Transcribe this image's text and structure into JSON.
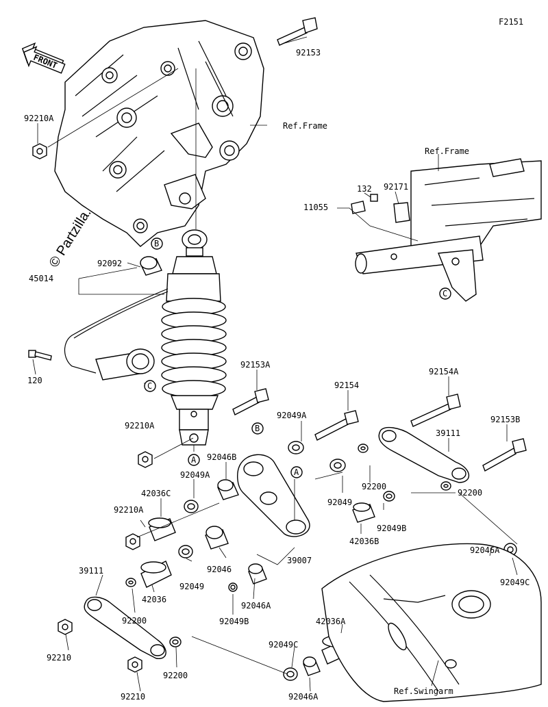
{
  "figure_code": "F2151",
  "front_label": "FRONT",
  "watermark": "© Partzilla.com",
  "refs": {
    "frame_top": "Ref.Frame",
    "frame_inset": "Ref.Frame",
    "swingarm": "Ref.Swingarm"
  },
  "markers": {
    "a1": "A",
    "a2": "A",
    "b1": "B",
    "b2": "B",
    "c1": "C",
    "c2": "C"
  },
  "parts": {
    "p92153": "92153",
    "p92210A_1": "92210A",
    "p132": "132",
    "p92171": "92171",
    "p11055": "11055",
    "p92092": "92092",
    "p45014": "45014",
    "p120": "120",
    "p92153A": "92153A",
    "p92154": "92154",
    "p92154A": "92154A",
    "p92049A_1": "92049A",
    "p92210A_2": "92210A",
    "p92046B": "92046B",
    "p92153B": "92153B",
    "p39111_1": "39111",
    "p92049A_2": "92049A",
    "p92200_1": "92200",
    "p92200_2": "92200",
    "p42036C": "42036C",
    "p92049_1": "92049",
    "p92049B_1": "92049B",
    "p92210A_3": "92210A",
    "p42036B": "42036B",
    "p92046A_1": "92046A",
    "p92046": "92046",
    "p39007": "39007",
    "p92049C_1": "92049C",
    "p39111_2": "39111",
    "p92049_2": "92049",
    "p42036": "42036",
    "p92046A_2": "92046A",
    "p92200_3": "92200",
    "p92049B_2": "92049B",
    "p92210_1": "92210",
    "p42036A": "42036A",
    "p92049C_2": "92049C",
    "p92200_4": "92200",
    "p92210_2": "92210",
    "p92046A_3": "92046A"
  }
}
